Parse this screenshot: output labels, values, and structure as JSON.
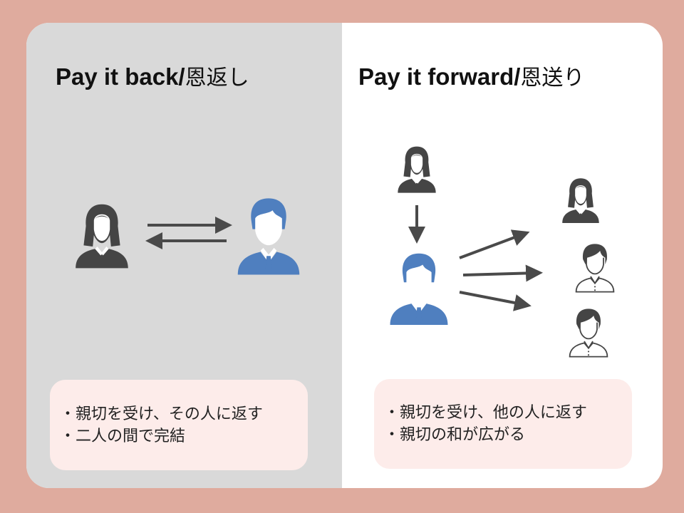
{
  "left_panel": {
    "title_en": "Pay it back/",
    "title_jp": "恩返し",
    "bullets": [
      "・親切を受け、その人に返す",
      "・二人の間で完結"
    ]
  },
  "right_panel": {
    "title_en": "Pay it forward/",
    "title_jp": "恩送り",
    "bullets": [
      "・親切を受け、他の人に返す",
      "・親切の和が広がる"
    ]
  },
  "colors": {
    "background": "#dfab9e",
    "left_panel": "#d9d9d9",
    "box": "#fdecea",
    "dark_person": "#454545",
    "blue_person": "#4f7fbf",
    "arrow": "#4a4a4a"
  }
}
